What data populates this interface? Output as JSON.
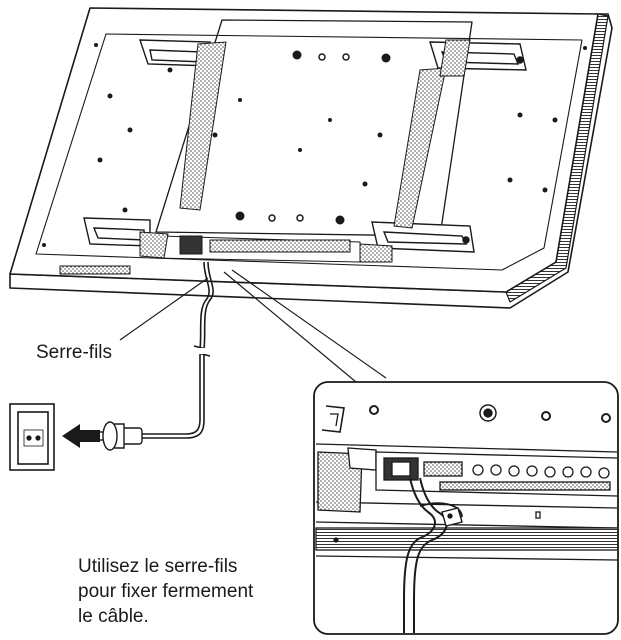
{
  "labels": {
    "cable_clamp": "Serre-fils",
    "instruction_lines": [
      "Utilisez le serre-fils",
      "pour fixer fermement",
      "le câble."
    ]
  },
  "colors": {
    "line": "#1a1a1a",
    "panel_fill": "#ffffff",
    "shade": "#9a9a9a",
    "dark": "#2a2a2a"
  },
  "icons": {
    "arrow": "left-arrow-icon",
    "plug": "power-plug-icon",
    "outlet": "wall-outlet-icon"
  }
}
